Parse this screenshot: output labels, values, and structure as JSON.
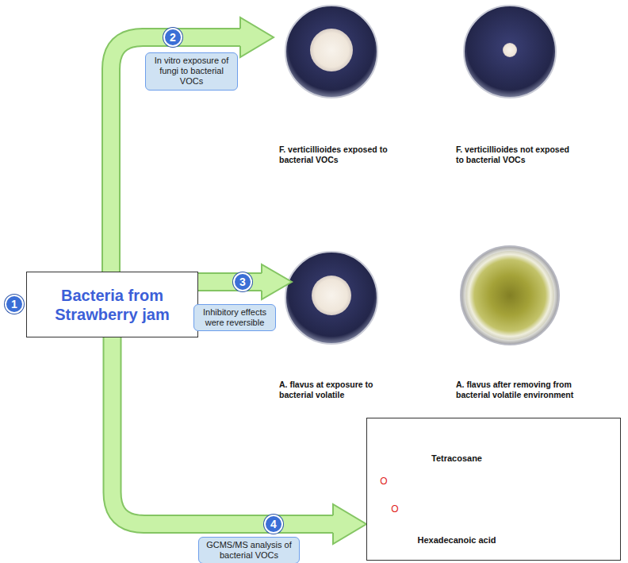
{
  "diagram": {
    "nodes": [
      {
        "text": [
          "1"
        ]
      },
      {
        "text": [
          "Bacteria from Strawberry jam"
        ]
      },
      {
        "text": [
          "2"
        ]
      },
      {
        "text": [
          "In vitro exposure of fungi to bacterial VOCs"
        ]
      },
      {
        "text": [
          "3"
        ]
      },
      {
        "text": [
          "Inhibitory effects were reversible"
        ]
      },
      {
        "text": [
          "4"
        ]
      },
      {
        "text": [
          "GCMS/MS analysis of bacterial VOCs"
        ]
      },
      {
        "text": [
          "Tetracosane",
          "Hexadecanoic acid"
        ]
      }
    ],
    "edges": [
      {
        "from": 1,
        "to": 8,
        "arrow": "to"
      }
    ],
    "labels": [
      "F. verticillioides exposed to bacterial VOCs",
      "F. verticillioides not exposed to bacterial VOCs",
      "A. flavus at exposure to bacterial volatile",
      "A. flavus after removing from bacterial volatile environment",
      "O",
      "O"
    ]
  }
}
